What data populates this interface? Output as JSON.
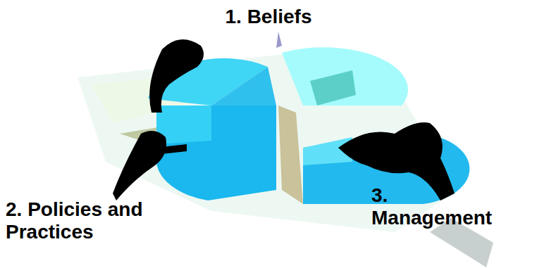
{
  "diagram": {
    "labels": [
      "1. Beliefs",
      "2. Policies and Practices",
      "3. Management"
    ]
  }
}
